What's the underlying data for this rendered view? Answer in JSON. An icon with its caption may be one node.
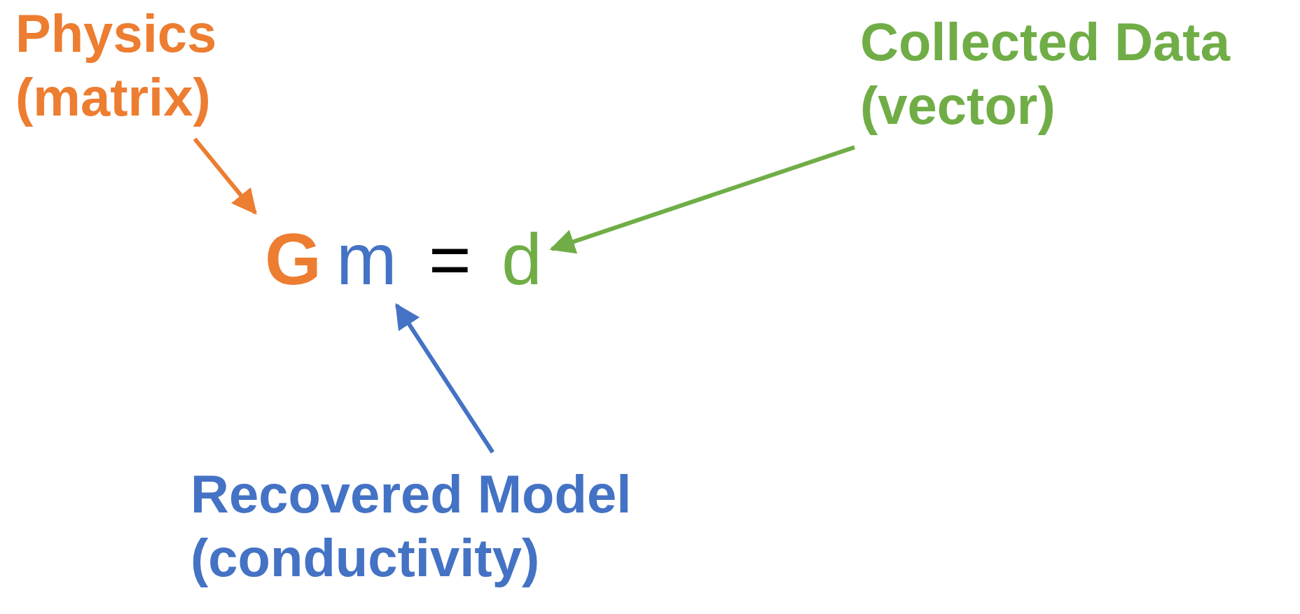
{
  "diagram": {
    "nodes": [
      {
        "text": [
          "Physics (matrix)"
        ]
      },
      {
        "text": [
          "Collected Data (vector)"
        ]
      },
      {
        "text": [
          "G"
        ]
      },
      {
        "text": [
          "m"
        ]
      },
      {
        "text": [
          "d"
        ]
      },
      {
        "text": [
          "Recovered Model (conductivity)"
        ]
      }
    ],
    "edges": [
      {
        "from": 0,
        "to": 2,
        "arrow": "to",
        "color": "#ed7d31"
      },
      {
        "from": 1,
        "to": 4,
        "arrow": "to",
        "color": "#70ad47"
      },
      {
        "from": 5,
        "to": 3,
        "arrow": "to",
        "color": "#4472c4"
      }
    ],
    "labels": [
      "="
    ]
  }
}
